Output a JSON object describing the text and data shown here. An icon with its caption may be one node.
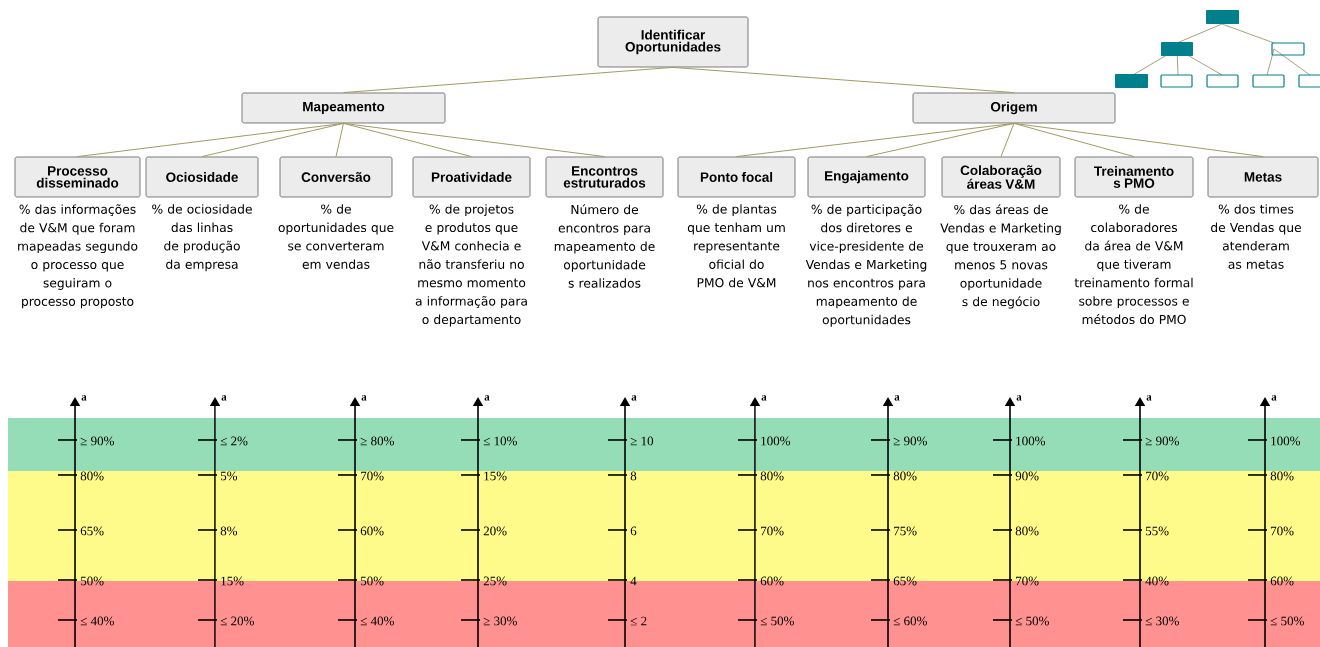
{
  "diagram": {
    "nodes": [
      {
        "text": [
          "Identificar Oportunidades"
        ]
      },
      {
        "text": [
          "Mapeamento"
        ]
      },
      {
        "text": [
          "Origem"
        ]
      },
      {
        "text": [
          "Processo disseminado"
        ],
        "beside": [
          "% das informações de V&M que foram mapeadas segundo o processo que seguiram o processo proposto"
        ]
      },
      {
        "text": [
          "Ociosidade"
        ],
        "beside": [
          "% de ociosidade das linhas de produção da empresa"
        ]
      },
      {
        "text": [
          "Conversão"
        ],
        "beside": [
          "% de oportunidades que se converteram em vendas"
        ]
      },
      {
        "text": [
          "Proatividade"
        ],
        "beside": [
          "% de projetos  e produtos que V&M conhecia e não transferiu no mesmo momento a informação para o departamento"
        ]
      },
      {
        "text": [
          "Encontros estruturados"
        ],
        "beside": [
          "Número de encontros para mapeamento de oportunidade s realizados"
        ]
      },
      {
        "text": [
          "Ponto focal"
        ],
        "beside": [
          "% de plantas que tenham um representante oficial do PMO de V&M"
        ]
      },
      {
        "text": [
          "Engajamento"
        ],
        "beside": [
          "% de participação dos diretores e vice-presidente de Vendas e Marketing nos encontros para mapeamento de oportunidades"
        ]
      },
      {
        "text": [
          "Colaboração áreas V&M"
        ],
        "beside": [
          "% das áreas de Vendas e Marketing que trouxeram  ao menos 5 novas oportunidade s de negócio"
        ]
      },
      {
        "text": [
          "Treinamento s PMO"
        ],
        "beside": [
          "% de colaboradores da área de V&M que tiveram treinamento formal sobre processos e métodos do PMO"
        ]
      },
      {
        "text": [
          "Metas"
        ],
        "beside": [
          "% dos times de Vendas que atenderam as metas"
        ]
      }
    ],
    "edges": [
      {
        "from": 0,
        "to": 1,
        "arrow": "none"
      },
      {
        "from": 0,
        "to": 2,
        "arrow": "none"
      },
      {
        "from": 1,
        "to": 3,
        "arrow": "none"
      },
      {
        "from": 1,
        "to": 4,
        "arrow": "none"
      },
      {
        "from": 1,
        "to": 5,
        "arrow": "none"
      },
      {
        "from": 1,
        "to": 6,
        "arrow": "none"
      },
      {
        "from": 1,
        "to": 7,
        "arrow": "none"
      },
      {
        "from": 2,
        "to": 8,
        "arrow": "none"
      },
      {
        "from": 2,
        "to": 9,
        "arrow": "none"
      },
      {
        "from": 2,
        "to": 10,
        "arrow": "none"
      },
      {
        "from": 2,
        "to": 11,
        "arrow": "none"
      },
      {
        "from": 2,
        "to": 12,
        "arrow": "none"
      }
    ],
    "labels": [
      "a",
      "a",
      "a",
      "a",
      "a",
      "a",
      "a",
      "a",
      "a",
      "a",
      "≥ 90%",
      "≤ 2%",
      "≥ 80%",
      "≤ 10%",
      "≥ 10",
      "100%",
      "≥ 90%",
      "100%",
      "≥ 90%",
      "100%",
      "80%",
      "5%",
      "70%",
      "15%",
      "8",
      "80%",
      "80%",
      "90%",
      "70%",
      "80%",
      "65%",
      "8%",
      "60%",
      "20%",
      "6",
      "70%",
      "75%",
      "80%",
      "55%",
      "70%",
      "50%",
      "15%",
      "50%",
      "25%",
      "4",
      "60%",
      "65%",
      "70%",
      "40%",
      "60%",
      "≤ 40%",
      "≤ 20%",
      "≤ 40%",
      "≥ 30%",
      "≤ 2",
      "≤ 50%",
      "≤ 60%",
      "≤ 50%",
      "≤ 30%",
      "≤ 50%"
    ]
  }
}
